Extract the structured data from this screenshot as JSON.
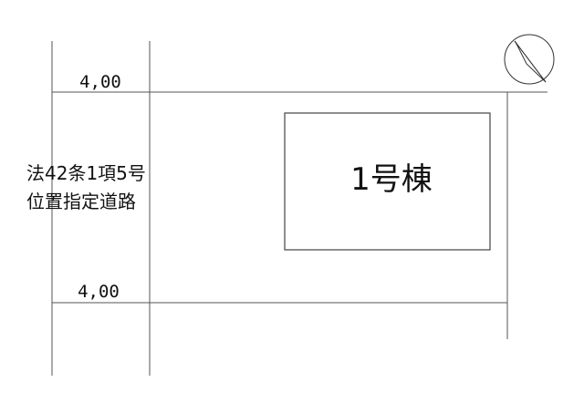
{
  "road": {
    "width_top": "4,00",
    "width_bottom": "4,00",
    "designation_line1": "法42条1項5号",
    "designation_line2": "位置指定道路"
  },
  "building": {
    "label": "1号棟"
  },
  "compass": {
    "icon": "north-arrow-icon"
  },
  "colors": {
    "lines": "#555555",
    "text": "#111111",
    "background": "#ffffff"
  }
}
